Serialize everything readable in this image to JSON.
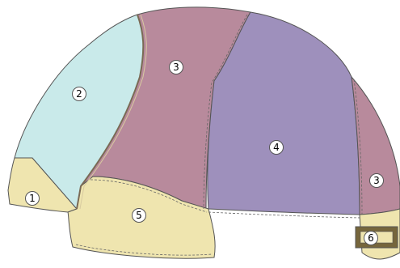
{
  "colors": {
    "yellow": "#EFE5AF",
    "cyan": "#C9EAEA",
    "mauve": "#B88A9C",
    "lavender": "#9E90BC",
    "brown": "#76663C",
    "outline": "#555555",
    "badge_fill": "#ffffff"
  },
  "labels": [
    {
      "id": "piece-1",
      "text": "1"
    },
    {
      "id": "piece-2",
      "text": "2"
    },
    {
      "id": "piece-3-top",
      "text": "3"
    },
    {
      "id": "piece-4",
      "text": "4"
    },
    {
      "id": "piece-3-right",
      "text": "3"
    },
    {
      "id": "piece-5",
      "text": "5"
    },
    {
      "id": "piece-6",
      "text": "6"
    }
  ]
}
